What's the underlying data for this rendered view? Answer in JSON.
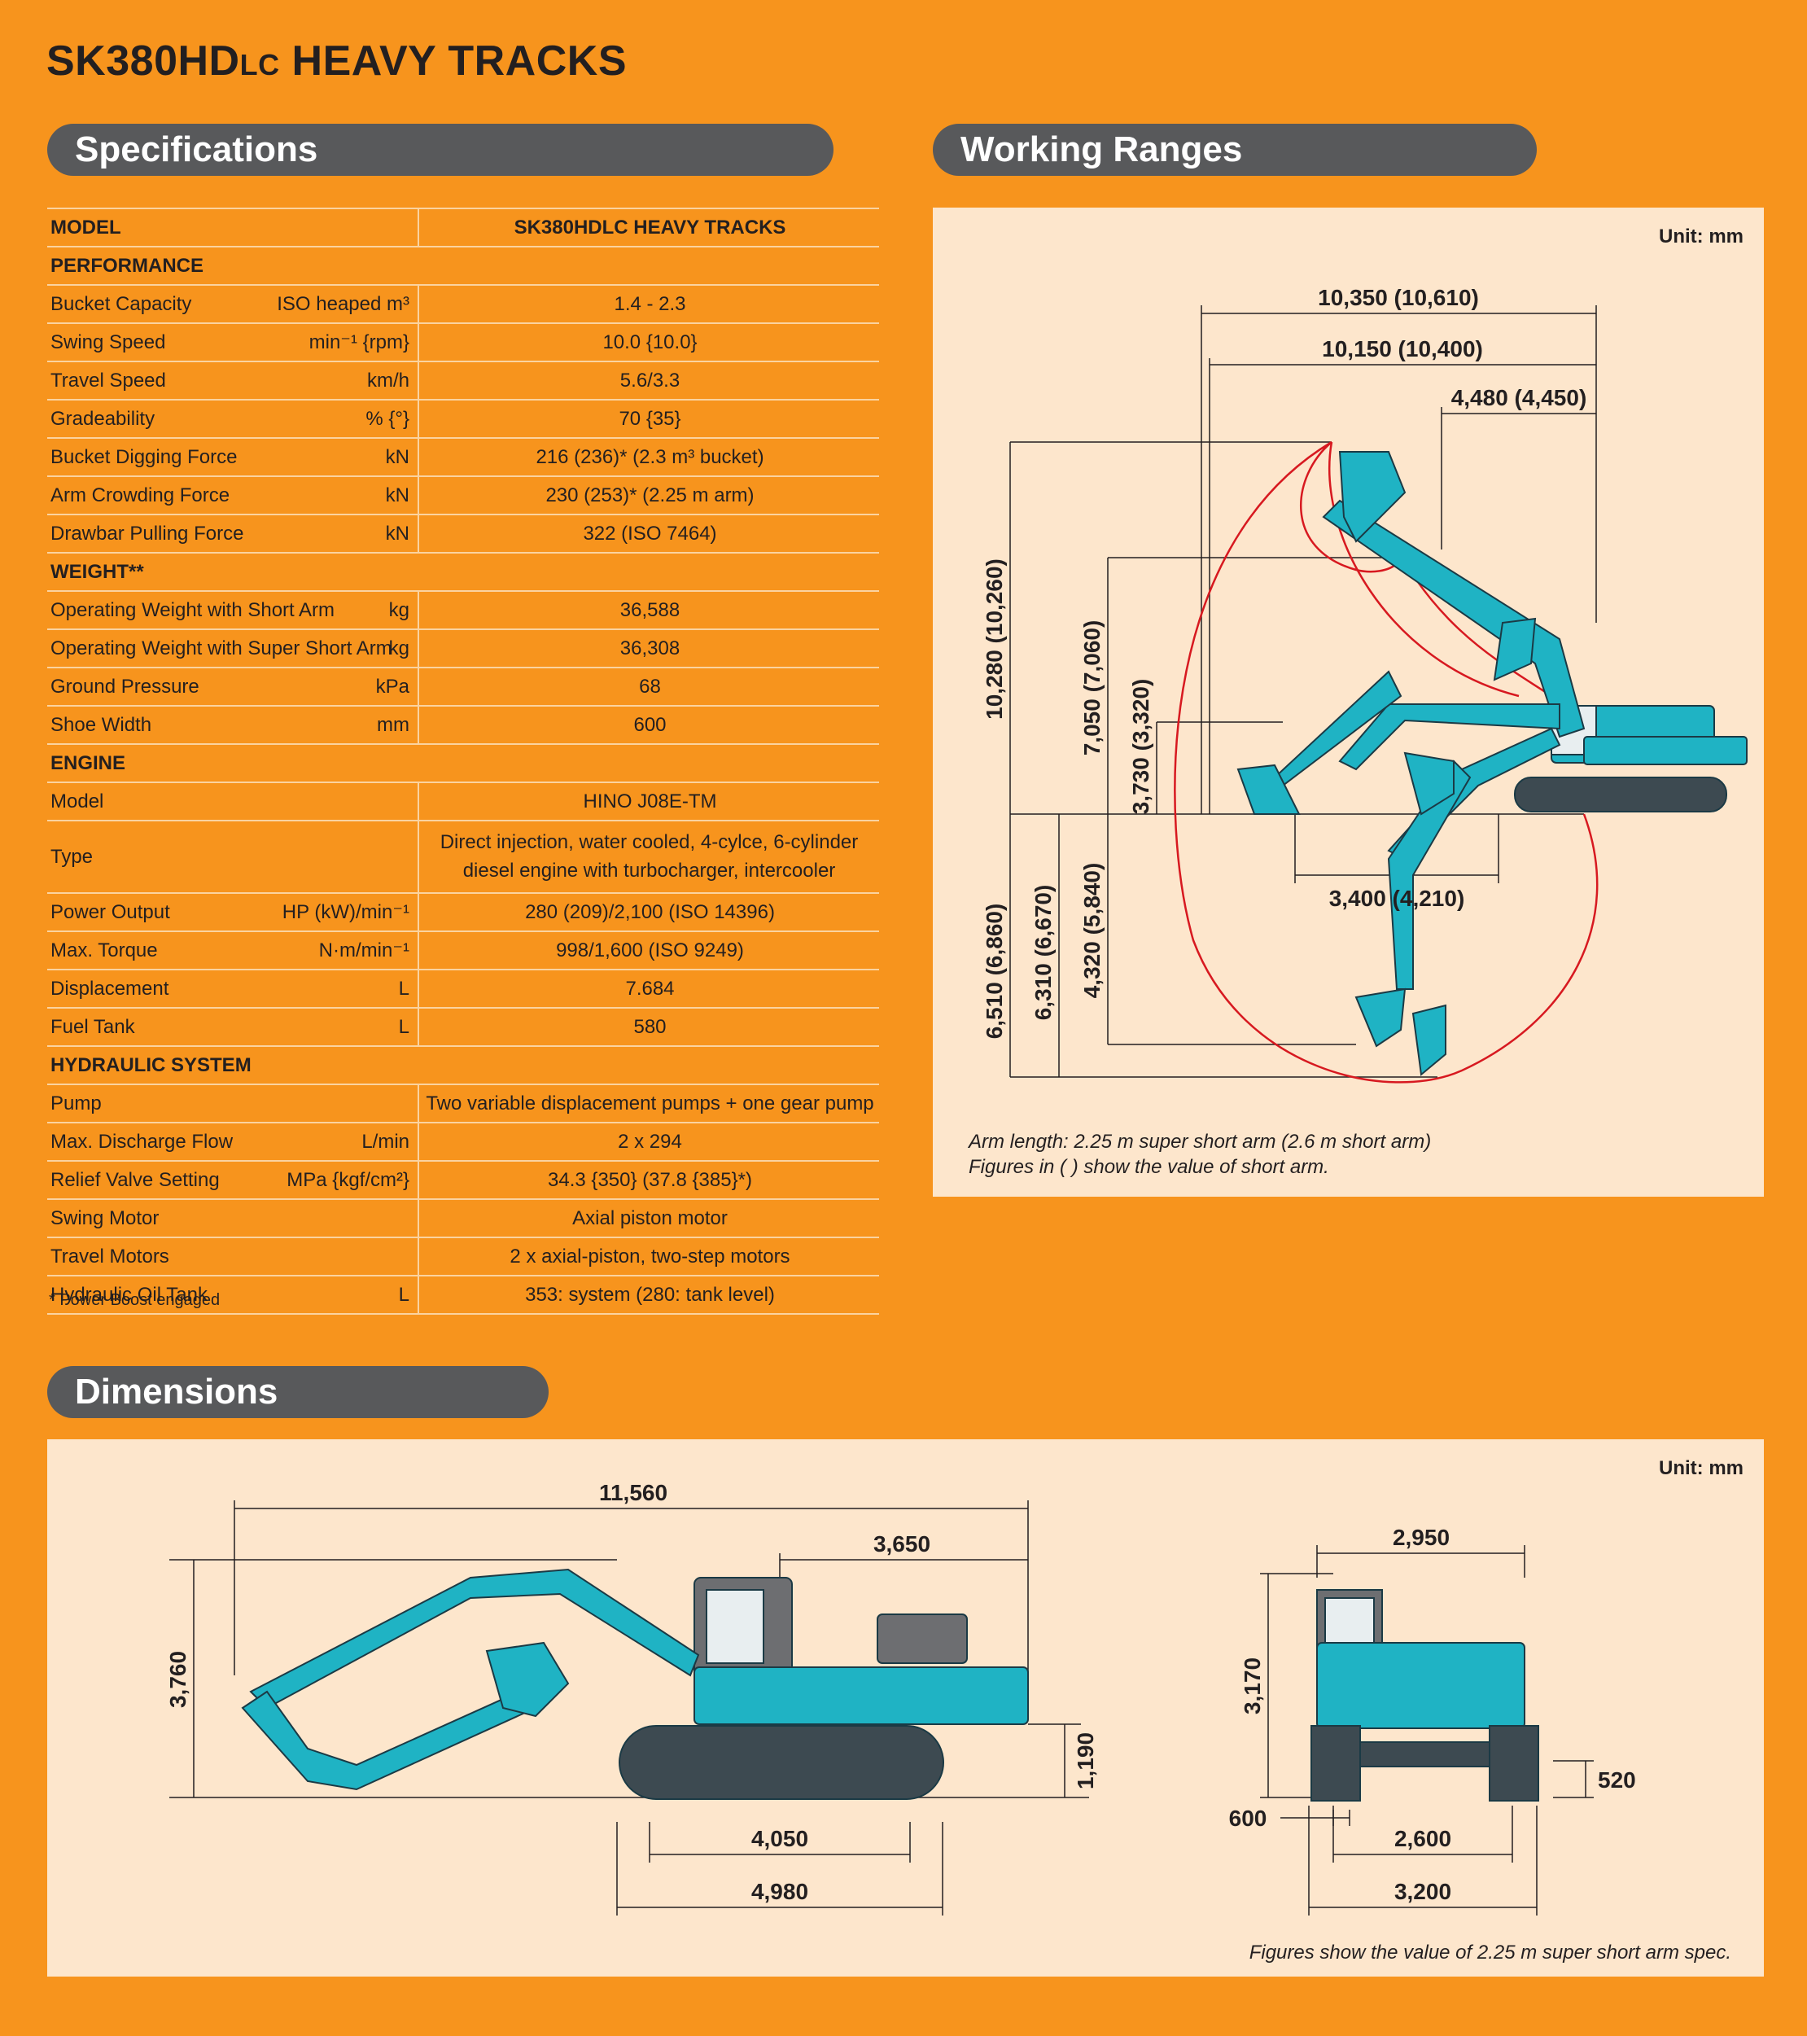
{
  "page": {
    "title_main": "SK380HD",
    "title_small": "LC",
    "title_rest": " HEAVY TRACKS"
  },
  "sections": {
    "specifications": "Specifications",
    "working_ranges": "Working Ranges",
    "dimensions": "Dimensions"
  },
  "specs": {
    "header": {
      "label": "MODEL",
      "value": "SK380HDLC HEAVY TRACKS"
    },
    "performance": {
      "heading": "PERFORMANCE",
      "rows": [
        {
          "label": "Bucket Capacity",
          "unit": "ISO heaped m³",
          "value": "1.4 - 2.3"
        },
        {
          "label": "Swing Speed",
          "unit": "min⁻¹ {rpm}",
          "value": "10.0 {10.0}"
        },
        {
          "label": "Travel Speed",
          "unit": "km/h",
          "value": "5.6/3.3"
        },
        {
          "label": "Gradeability",
          "unit": "% {°}",
          "value": "70 {35}"
        },
        {
          "label": "Bucket Digging Force",
          "unit": "kN",
          "value": "216 (236)* (2.3 m³ bucket)"
        },
        {
          "label": "Arm Crowding Force",
          "unit": "kN",
          "value": "230 (253)* (2.25 m arm)"
        },
        {
          "label": "Drawbar Pulling Force",
          "unit": "kN",
          "value": "322 (ISO 7464)"
        }
      ]
    },
    "weight": {
      "heading": "WEIGHT**",
      "rows": [
        {
          "label": "Operating Weight with Short Arm",
          "unit": "kg",
          "value": "36,588"
        },
        {
          "label": "Operating Weight with Super Short Arm",
          "unit": "kg",
          "value": "36,308"
        },
        {
          "label": "Ground Pressure",
          "unit": "kPa",
          "value": "68"
        },
        {
          "label": "Shoe Width",
          "unit": "mm",
          "value": "600"
        }
      ]
    },
    "engine": {
      "heading": "ENGINE",
      "model_label": "Model",
      "model_value": "HINO J08E-TM",
      "type_label": "Type",
      "type_line1": "Direct injection, water cooled, 4-cylce, 6-cylinder",
      "type_line2": "diesel engine  with turbocharger, intercooler",
      "rows": [
        {
          "label": "Power Output",
          "unit": "HP (kW)/min⁻¹",
          "value": "280 (209)/2,100 (ISO 14396)"
        },
        {
          "label": "Max. Torque",
          "unit": "N·m/min⁻¹",
          "value": "998/1,600 (ISO 9249)"
        },
        {
          "label": "Displacement",
          "unit": "L",
          "value": "7.684"
        },
        {
          "label": "Fuel Tank",
          "unit": "L",
          "value": "580"
        }
      ]
    },
    "hydraulic": {
      "heading": "HYDRAULIC SYSTEM",
      "rows": [
        {
          "label": "Pump",
          "unit": "",
          "value": "Two variable displacement pumps + one gear pump"
        },
        {
          "label": "Max. Discharge Flow",
          "unit": "L/min",
          "value": "2 x 294"
        },
        {
          "label": "Relief Valve Setting",
          "unit": "MPa {kgf/cm²}",
          "value": "34.3 {350} (37.8 {385}*)"
        },
        {
          "label": "Swing Motor",
          "unit": "",
          "value": "Axial piston motor"
        },
        {
          "label": "Travel Motors",
          "unit": "",
          "value": "2 x axial-piston, two-step motors"
        },
        {
          "label": "Hydraulic Oil Tank",
          "unit": "L",
          "value": "353: system (280: tank level)"
        }
      ]
    },
    "footnote": "* Power Boost engaged"
  },
  "working_ranges": {
    "unit": "Unit: mm",
    "dims": {
      "max_reach": "10,350 (10,610)",
      "ground_reach": "10,150 (10,400)",
      "min_swing_radius": "4,480 (4,450)",
      "max_dig_height": "10,280 (10,260)",
      "max_dump_height": "7,050 (7,060)",
      "min_dump_height": "3,730 (3,320)",
      "level_floor": "3,400 (4,210)",
      "max_dig_depth": "6,510 (6,860)",
      "depth_8ft": "6,310 (6,670)",
      "vertical_wall": "4,320 (5,840)"
    },
    "note_line1": "Arm length: 2.25 m super short arm (2.6 m short arm)",
    "note_line2": "Figures in (   ) show the value of short arm."
  },
  "dimensions": {
    "unit": "Unit: mm",
    "side": {
      "overall_length": "11,560",
      "tail_length": "3,650",
      "overall_height": "3,760",
      "counterweight_clearance": "1,190",
      "tumbler_distance": "4,050",
      "track_length": "4,980"
    },
    "front": {
      "upper_width": "2,950",
      "cab_height": "3,170",
      "ground_clearance": "520",
      "shoe_width": "600",
      "track_gauge": "2,600",
      "overall_width": "3,200"
    },
    "note": "Figures show the value of 2.25 m super short arm spec."
  },
  "colors": {
    "background": "#f7941d",
    "panel": "#fde6cc",
    "pill": "#58595b",
    "machine": "#1fb3c4",
    "range_curve": "#d71920"
  }
}
